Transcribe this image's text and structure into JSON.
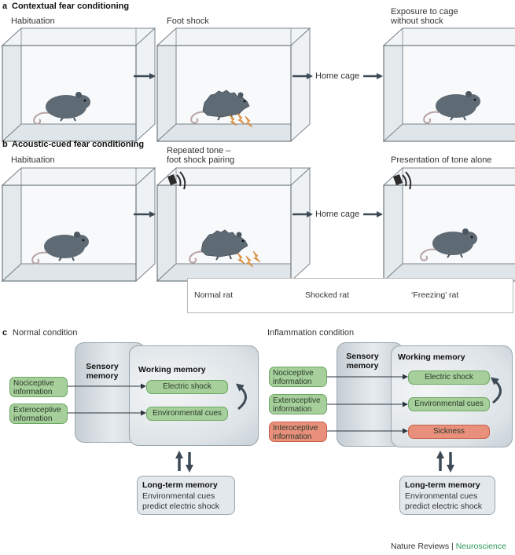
{
  "panel_a": {
    "title_letter": "a",
    "title": "Contextual fear conditioning",
    "step1": "Habituation",
    "step2": "Foot shock",
    "home_cage": "Home cage",
    "step3_line1": "Exposure to cage",
    "step3_line2": "without shock"
  },
  "panel_b": {
    "title_letter": "b",
    "title": "Acoustic-cued fear conditioning",
    "step1": "Habituation",
    "step2_line1": "Repeated tone –",
    "step2_line2": "foot shock pairing",
    "home_cage": "Home cage",
    "step3": "Presentation of tone alone"
  },
  "legend": {
    "normal": "Normal rat",
    "shocked": "Shocked rat",
    "freezing": "‘Freezing’ rat"
  },
  "panel_c": {
    "title_letter": "c",
    "normal": {
      "title": "Normal condition",
      "inputs": [
        {
          "line1": "Nociceptive",
          "line2": "information"
        },
        {
          "line1": "Exteroceptive",
          "line2": "information"
        }
      ],
      "sensory_line1": "Sensory",
      "sensory_line2": "memory",
      "working": "Working memory",
      "items": [
        "Electric shock",
        "Environmental cues"
      ],
      "ltm_title": "Long-term memory",
      "ltm_line1": "Environmental cues",
      "ltm_line2": "predict electric shock"
    },
    "inflammation": {
      "title": "Inflammation condition",
      "inputs": [
        {
          "line1": "Nociceptive",
          "line2": "information"
        },
        {
          "line1": "Exteroceptive",
          "line2": "information"
        },
        {
          "line1": "Interoceptive",
          "line2": "information"
        }
      ],
      "sensory_line1": "Sensory",
      "sensory_line2": "memory",
      "working": "Working memory",
      "items": [
        "Electric shock",
        "Environmental cues",
        "Sickness"
      ],
      "ltm_title": "Long-term memory",
      "ltm_line1": "Environmental cues",
      "ltm_line2": "predict electric shock"
    }
  },
  "footer": {
    "journal": "Nature Reviews",
    "separator": "|",
    "section": "Neuroscience"
  },
  "colors": {
    "green_box": "#a6cf9b",
    "red_box": "#e9907c",
    "arrow": "#3d4a55",
    "rat": "#5e6a74",
    "spark": "#f0a14a",
    "section_green": "#2c9a5a"
  }
}
